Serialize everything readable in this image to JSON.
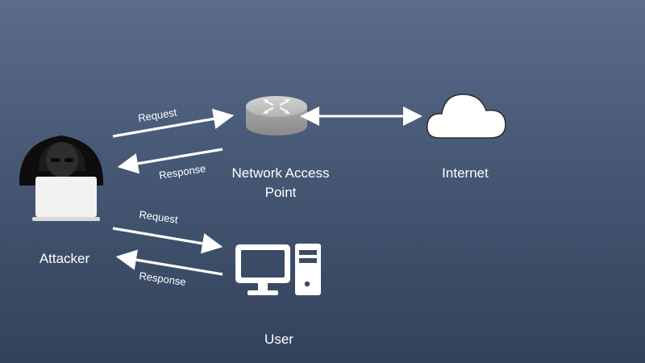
{
  "nodes": {
    "attacker": {
      "label": "Attacker"
    },
    "access_point": {
      "label_line1": "Network Access",
      "label_line2": "Point"
    },
    "internet": {
      "label": "Internet"
    },
    "user": {
      "label": "User"
    }
  },
  "edges": {
    "request_top": {
      "label": "Request"
    },
    "response_top": {
      "label": "Response"
    },
    "request_bottom": {
      "label": "Request"
    },
    "response_bottom": {
      "label": "Response"
    }
  },
  "colors": {
    "background_top": "#5a6c8a",
    "background_bottom": "#33425c",
    "arrow": "#ffffff",
    "text": "#ffffff"
  }
}
